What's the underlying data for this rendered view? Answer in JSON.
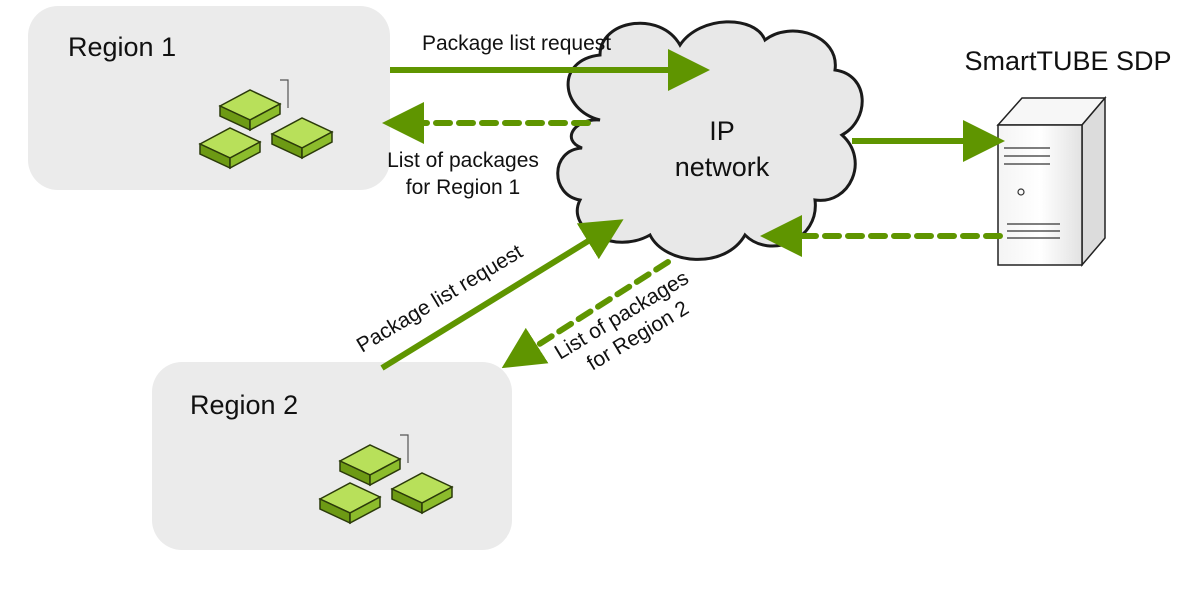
{
  "colors": {
    "arrow": "#5f9500",
    "region_bg": "#ebebeb",
    "cloud_fill": "#e8e8e8",
    "cloud_stroke": "#1a1a1a",
    "device_top": "#b8e05a",
    "device_side": "#6d9a14",
    "server_body": "#ffffff"
  },
  "icons": {
    "router_group": "router-cluster-icon",
    "server": "server-icon",
    "cloud": "cloud-icon"
  },
  "regions": [
    {
      "label": "Region 1"
    },
    {
      "label": "Region 2"
    }
  ],
  "cloud": {
    "line1": "IP",
    "line2": "network"
  },
  "server": {
    "label": "SmartTUBE SDP"
  },
  "flows": {
    "region1_request": "Package list request",
    "region1_response_line1": "List of packages",
    "region1_response_line2": "for Region 1",
    "region2_request": "Package list request",
    "region2_response_line1": "List of packages",
    "region2_response_line2": "for Region 2"
  }
}
